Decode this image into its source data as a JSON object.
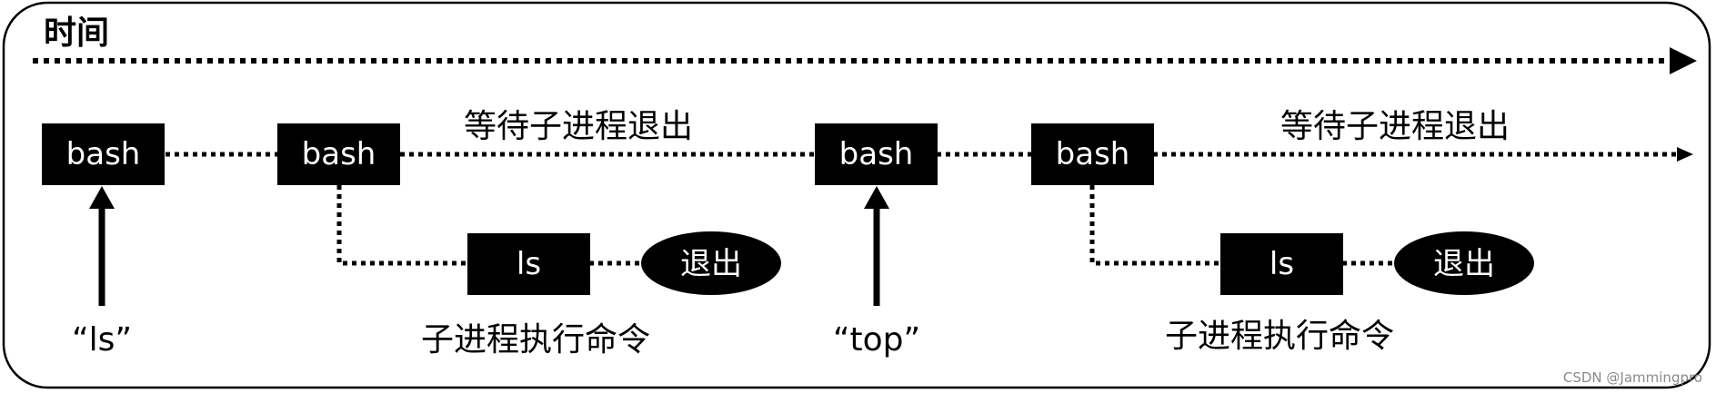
{
  "title": "时间",
  "nodes": {
    "bash_1": "bash",
    "bash_2": "bash",
    "bash_3": "bash",
    "bash_4": "bash",
    "ls_1": "ls",
    "ls_2": "ls",
    "exit_1": "退出",
    "exit_2": "退出"
  },
  "labels": {
    "wait_1": "等待子进程退出",
    "wait_2": "等待子进程退出",
    "child_1": "子进程执行命令",
    "child_2": "子进程执行命令",
    "cmd_1": "“ls”",
    "cmd_2": "“top”"
  },
  "watermark": "CSDN @Jammingpro"
}
